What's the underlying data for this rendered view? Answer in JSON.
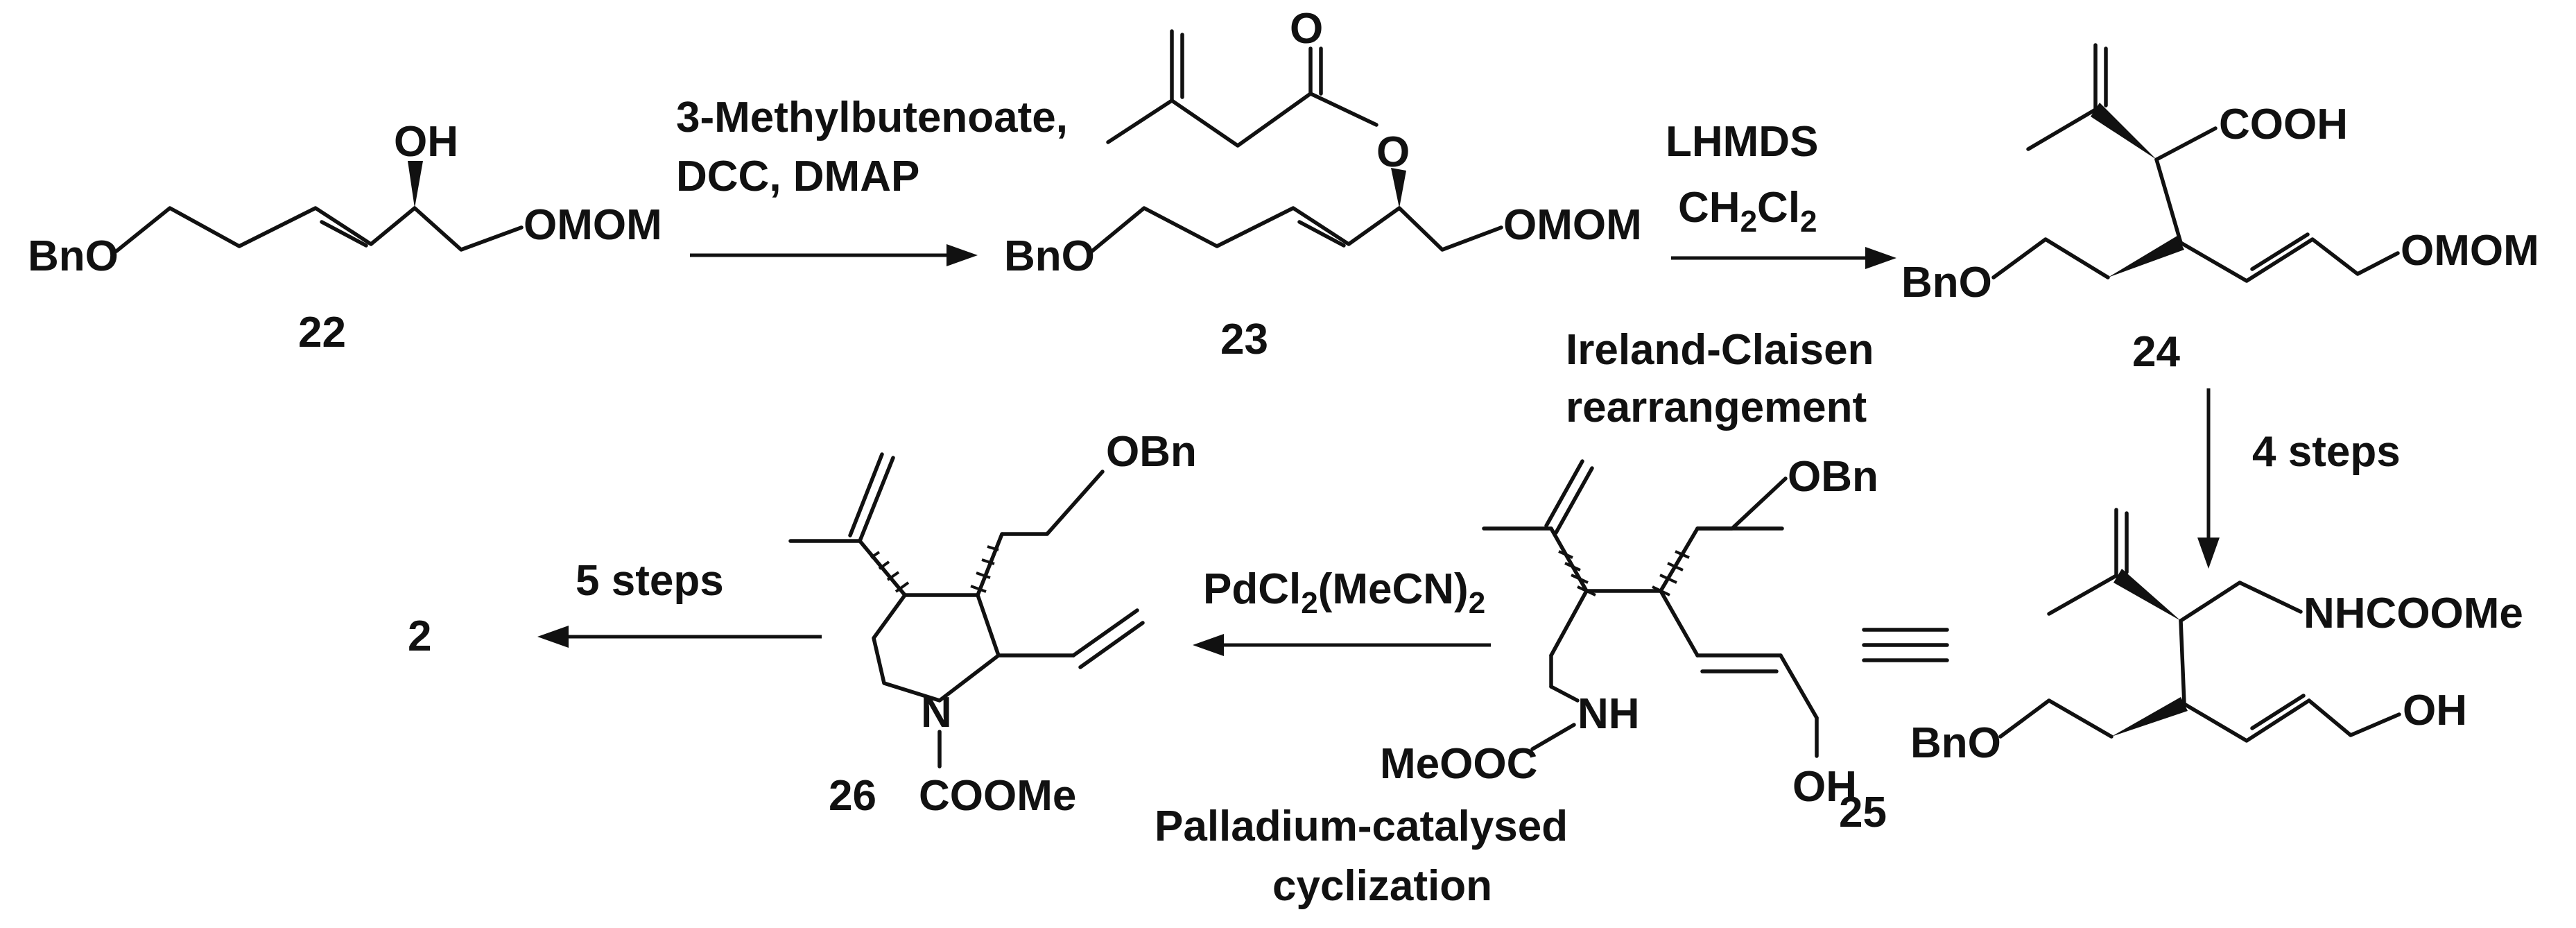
{
  "compounds": {
    "c22": {
      "number": "22",
      "bno": "BnO",
      "oh": "OH",
      "omom": "OMOM"
    },
    "c23": {
      "number": "23",
      "bno": "BnO",
      "o_carbonyl": "O",
      "o_ester": "O",
      "omom": "OMOM"
    },
    "c24": {
      "number": "24",
      "bno": "BnO",
      "cooh": "COOH",
      "omom": "OMOM"
    },
    "c25": {
      "number": "25",
      "bno": "BnO",
      "nhcoome": "NHCOOMe",
      "oh": "OH"
    },
    "c25b": {
      "obn": "OBn",
      "nh": "NH",
      "meooc": "MeOOC",
      "oh": "OH"
    },
    "c26": {
      "number": "26",
      "obn": "OBn",
      "n": "N",
      "coome": "COOMe"
    },
    "c2": {
      "number": "2"
    }
  },
  "conditions": {
    "step1_line1": "3-Methylbutenoate,",
    "step1_line2": "DCC, DMAP",
    "step2_line1": "LHMDS",
    "step2_ch": "CH",
    "step2_sub": "2",
    "step2_cl": "Cl",
    "step2_sub2": "2",
    "step2_caption_line1": "Ireland-Claisen",
    "step2_caption_line2": "rearrangement",
    "step3": "4 steps",
    "step4_a": "PdCl",
    "step4_sub": "2",
    "step4_b": "(MeCN)",
    "step4_sub2": "2",
    "step4_caption_line1": "Palladium-catalysed",
    "step4_caption_line2": "cyclization",
    "step5": "5 steps"
  }
}
